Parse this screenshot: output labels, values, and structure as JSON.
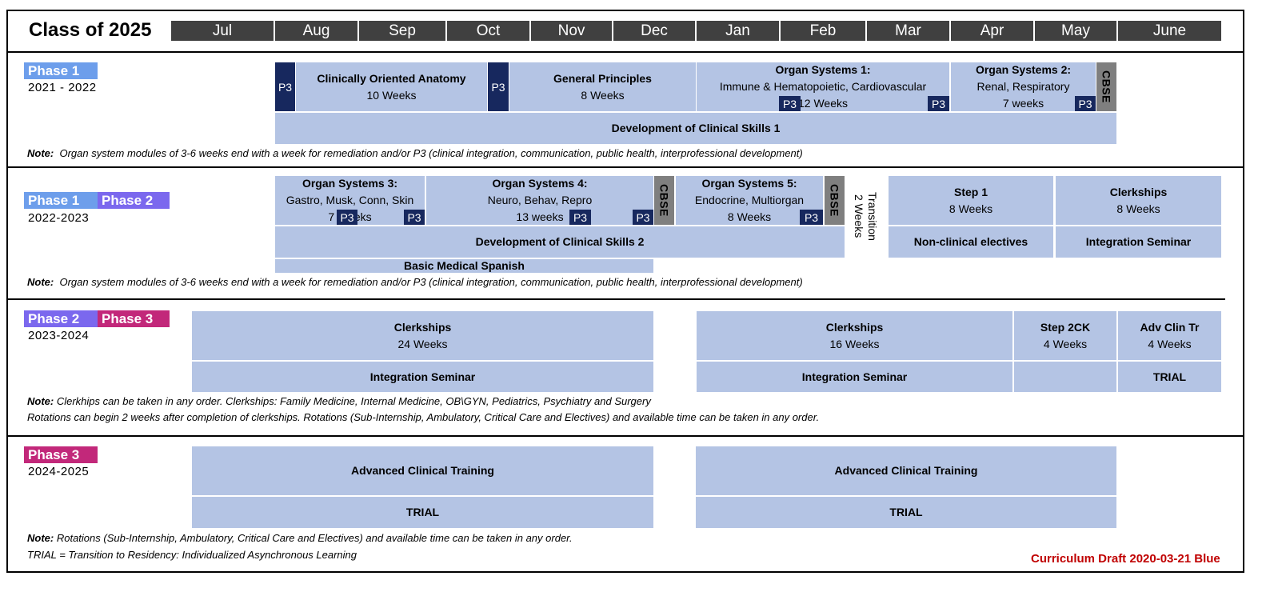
{
  "title": "Class of 2025",
  "months": [
    "Jul",
    "Aug",
    "Sep",
    "Oct",
    "Nov",
    "Dec",
    "Jan",
    "Feb",
    "Mar",
    "Apr",
    "May",
    "June"
  ],
  "badges": {
    "phase1": "Phase 1",
    "phase2": "Phase 2",
    "phase3": "Phase 3"
  },
  "colors": {
    "phase1": "#6d9eeb",
    "phase2": "#7b68ee",
    "phase3": "#c2287a",
    "block": "#b4c4e4",
    "p3": "#17285e",
    "cbse": "#7f7f7f",
    "month_header": "#404040",
    "draft": "#c00000"
  },
  "labels": {
    "p3": "P3",
    "cbse": "CBSE"
  },
  "row1": {
    "years": "2021 - 2022",
    "coa_title": "Clinically Oriented Anatomy",
    "coa_weeks": "10 Weeks",
    "gp_title": "General Principles",
    "gp_weeks": "8 Weeks",
    "os1_title": "Organ Systems 1:",
    "os1_sub": "Immune & Hematopoietic, Cardiovascular",
    "os1_weeks": "12 Weeks",
    "os2_title": "Organ Systems 2:",
    "os2_sub": "Renal, Respiratory",
    "os2_weeks": "7 weeks",
    "dcs": "Development of Clinical Skills 1",
    "note_label": "Note:",
    "note": "Organ system modules of 3-6 weeks end with a week for remediation and/or P3 (clinical integration, communication, public health, interprofessional development)"
  },
  "row2": {
    "years": "2022-2023",
    "os3_title": "Organ Systems 3:",
    "os3_sub": "Gastro, Musk, Conn, Skin",
    "os3_weeks": "7 Weeks",
    "os4_title": "Organ Systems 4:",
    "os4_sub": "Neuro, Behav, Repro",
    "os4_weeks": "13 weeks",
    "os5_title": "Organ Systems 5:",
    "os5_sub": "Endocrine, Multiorgan",
    "os5_weeks": "8 Weeks",
    "transition": "Transition\n2 Weeks",
    "step1_title": "Step 1",
    "step1_weeks": "8 Weeks",
    "clerk_title": "Clerkships",
    "clerk_weeks": "8 Weeks",
    "nce": "Non-clinical electives",
    "integ": "Integration Seminar",
    "dcs": "Development of Clinical Skills 2",
    "bms": "Basic Medical Spanish",
    "note_label": "Note:",
    "note": "Organ system modules of 3-6 weeks end with a week for remediation and/or P3 (clinical integration, communication, public health, interprofessional development)"
  },
  "row3": {
    "years": "2023-2024",
    "clerk_a_title": "Clerkships",
    "clerk_a_weeks": "24 Weeks",
    "integ_a": "Integration Seminar",
    "clerk_b_title": "Clerkships",
    "clerk_b_weeks": "16 Weeks",
    "integ_b": "Integration Seminar",
    "step2_title": "Step 2CK",
    "step2_weeks": "4 Weeks",
    "act_title": "Adv Clin Tr",
    "act_weeks": "4 Weeks",
    "trial": "TRIAL",
    "note_label": "Note:",
    "note1": "Clerkhips can be taken in any order. Clerkships: Family Medicine, Internal Medicine, OB\\GYN, Pediatrics, Psychiatry and Surgery",
    "note2": "Rotations can begin 2 weeks after completion of clerkships. Rotations (Sub-Internship, Ambulatory, Critical Care and Electives) and available time can be taken in any order."
  },
  "row4": {
    "years": "2024-2025",
    "act_a": "Advanced Clinical Training",
    "trial_a": "TRIAL",
    "act_b": "Advanced Clinical Training",
    "trial_b": "TRIAL",
    "note_label": "Note:",
    "note1": "Rotations (Sub-Internship, Ambulatory, Critical Care and Electives) and available time can be taken in any order.",
    "note2": "TRIAL = Transition to Residency: Individualized Asynchronous Learning"
  },
  "draft": "Curriculum Draft 2020-03-21 Blue"
}
